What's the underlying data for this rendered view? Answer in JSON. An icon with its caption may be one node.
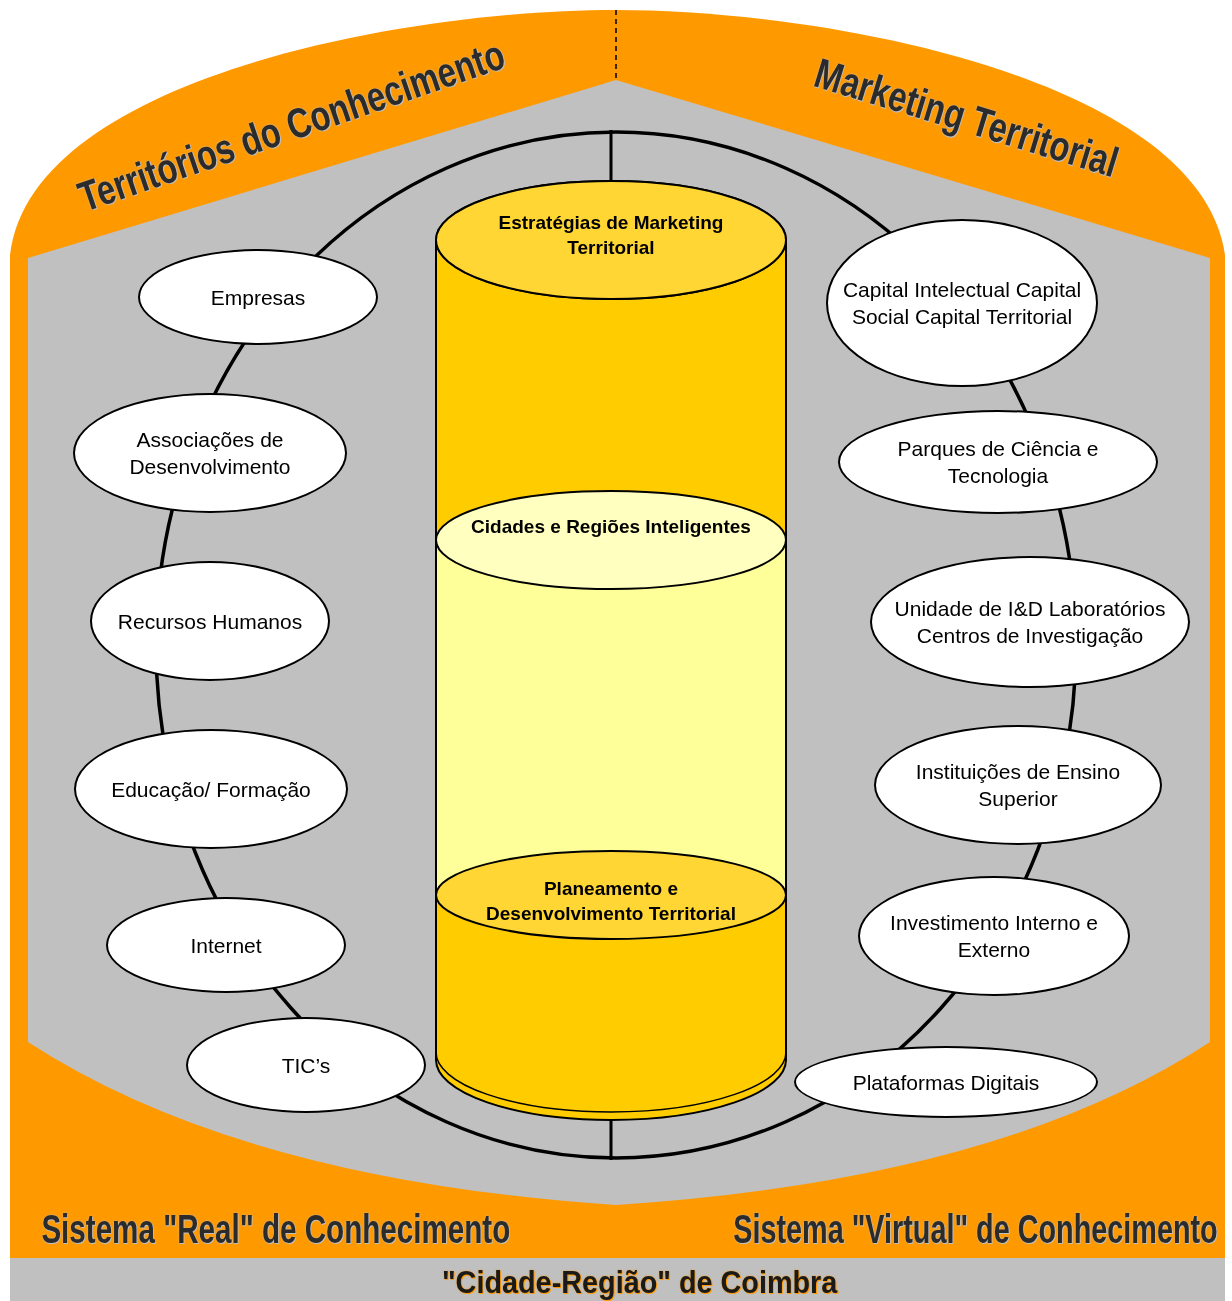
{
  "diagram": {
    "nodes": [
      {
        "text": [],
        "shape": "circle"
      },
      {
        "text": [
          "Empresas"
        ]
      },
      {
        "text": [
          "Associações de Desenvolvimento"
        ]
      },
      {
        "text": [
          "Recursos Humanos"
        ]
      },
      {
        "text": [
          "Educação/ Formação"
        ]
      },
      {
        "text": [
          "Internet"
        ]
      },
      {
        "text": [
          "TIC’s"
        ]
      },
      {
        "text": [
          "Capital Intelectual Capital Social Capital Territorial"
        ]
      },
      {
        "text": [
          "Parques de Ciência e Tecnologia"
        ]
      },
      {
        "text": [
          "Unidade de I&D Laboratórios Centros de Investigação"
        ]
      },
      {
        "text": [
          "Instituições de Ensino Superior"
        ]
      },
      {
        "text": [
          "Investimento Interno e Externo"
        ]
      },
      {
        "text": [
          "Plataformas Digitais"
        ]
      },
      {
        "text": [],
        "shape": "cylinder",
        "in": 0
      },
      {
        "text": [
          "Estratégias de Marketing Territorial"
        ],
        "in": 0
      },
      {
        "text": [
          "Cidades e Regiões Inteligentes"
        ],
        "in": 13
      },
      {
        "text": [
          "Planeamento e Desenvolvimento Territorial"
        ],
        "in": 13
      }
    ],
    "edges": [
      {
        "from": 0,
        "to": 14,
        "arrow": "none"
      },
      {
        "from": 13,
        "to": 0,
        "arrow": "none"
      }
    ],
    "labels": [
      "Territórios do Conhecimento",
      "Marketing Territorial",
      "Sistema \"Real\" de Conhecimento",
      "Sistema \"Virtual\" de Conhecimento",
      "\"Cidade-Região\" de Coimbra"
    ]
  }
}
